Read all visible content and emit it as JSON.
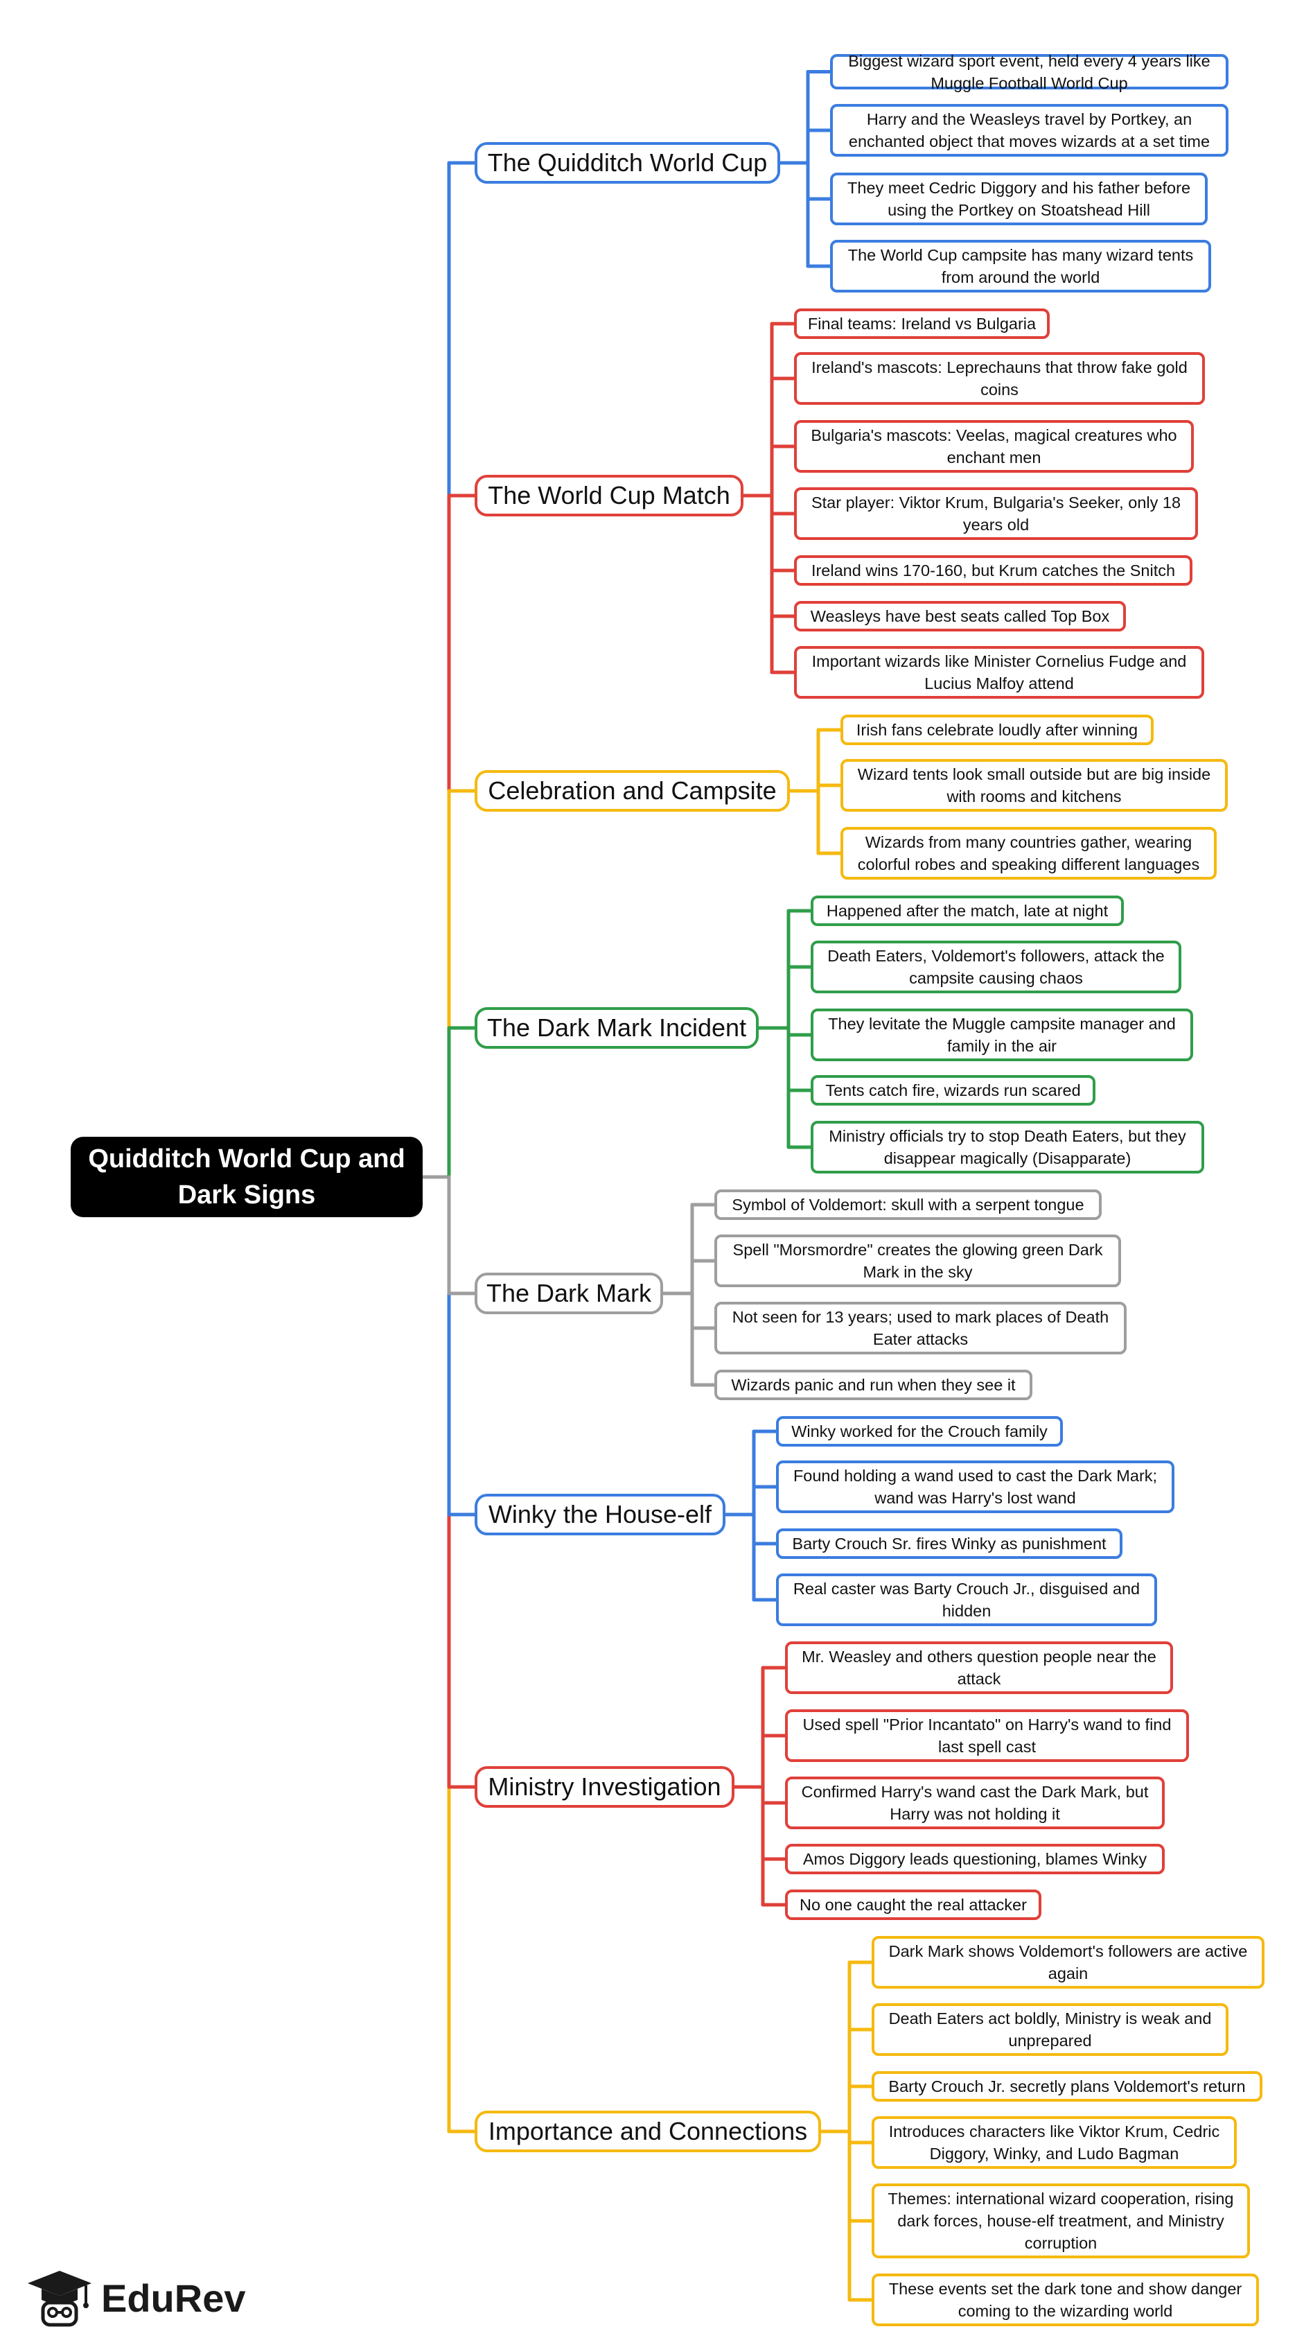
{
  "colors": {
    "blue": "#3b7de0",
    "red": "#e0403a",
    "yellow": "#f5b90f",
    "green": "#2f9e4a",
    "gray": "#9e9e9e",
    "root_bg": "#000000"
  },
  "root": {
    "label": "Quidditch World Cup and Dark Signs"
  },
  "branches": [
    {
      "label": "The Quidditch World Cup",
      "color": "#3b7de0",
      "leaves": [
        "Biggest wizard sport event, held every 4 years like Muggle Football World Cup",
        "Harry and the Weasleys travel by Portkey, an enchanted object that moves wizards at a set time",
        "They meet Cedric Diggory and his father before using the Portkey on Stoatshead Hill",
        "The World Cup campsite has many wizard tents from around the world"
      ]
    },
    {
      "label": "The World Cup Match",
      "color": "#e0403a",
      "leaves": [
        "Final teams: Ireland vs Bulgaria",
        "Ireland's mascots: Leprechauns that throw fake gold coins",
        "Bulgaria's mascots: Veelas, magical creatures who enchant men",
        "Star player: Viktor Krum, Bulgaria's Seeker, only 18 years old",
        "Ireland wins 170-160, but Krum catches the Snitch",
        "Weasleys have best seats called Top Box",
        "Important wizards like Minister Cornelius Fudge and Lucius Malfoy attend"
      ]
    },
    {
      "label": "Celebration and Campsite",
      "color": "#f5b90f",
      "leaves": [
        "Irish fans celebrate loudly after winning",
        "Wizard tents look small outside but are big inside with rooms and kitchens",
        "Wizards from many countries gather, wearing colorful robes and speaking different languages"
      ]
    },
    {
      "label": "The Dark Mark Incident",
      "color": "#2f9e4a",
      "leaves": [
        "Happened after the match, late at night",
        "Death Eaters, Voldemort's followers, attack the campsite causing chaos",
        "They levitate the Muggle campsite manager and family in the air",
        "Tents catch fire, wizards run scared",
        "Ministry officials try to stop Death Eaters, but they disappear magically (Disapparate)"
      ]
    },
    {
      "label": "The Dark Mark",
      "color": "#9e9e9e",
      "leaves": [
        "Symbol of Voldemort: skull with a serpent tongue",
        "Spell \"Morsmordre\" creates the glowing green Dark Mark in the sky",
        "Not seen for 13 years; used to mark places of Death Eater attacks",
        "Wizards panic and run when they see it"
      ]
    },
    {
      "label": "Winky the House-elf",
      "color": "#3b7de0",
      "leaves": [
        "Winky worked for the Crouch family",
        "Found holding a wand used to cast the Dark Mark; wand was Harry's lost wand",
        "Barty Crouch Sr. fires Winky as punishment",
        "Real caster was Barty Crouch Jr., disguised and hidden"
      ]
    },
    {
      "label": "Ministry Investigation",
      "color": "#e0403a",
      "leaves": [
        "Mr. Weasley and others question people near the attack",
        "Used spell \"Prior Incantato\" on Harry's wand to find last spell cast",
        "Confirmed Harry's wand cast the Dark Mark, but Harry was not holding it",
        "Amos Diggory leads questioning, blames Winky",
        "No one caught the real attacker"
      ]
    },
    {
      "label": "Importance and Connections",
      "color": "#f5b90f",
      "leaves": [
        "Dark Mark shows Voldemort's followers are active again",
        "Death Eaters act boldly, Ministry is weak and unprepared",
        "Barty Crouch Jr. secretly plans Voldemort's return",
        "Introduces characters like Viktor Krum, Cedric Diggory, Winky, and Ludo Bagman",
        "Themes: international wizard cooperation, rising dark forces, house-elf treatment, and Ministry corruption",
        "These events set the dark tone and show danger coming to the wizarding world"
      ]
    }
  ],
  "logo": {
    "text": "EduRev",
    "icon": "graduation-cap-icon"
  }
}
